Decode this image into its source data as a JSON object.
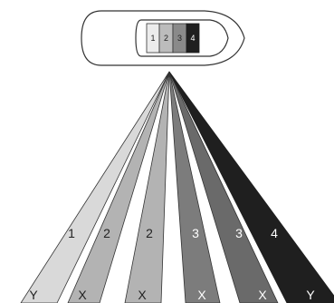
{
  "sensor": {
    "labels": [
      "1",
      "2",
      "3",
      "4"
    ]
  },
  "beams": {
    "numbers": [
      "1",
      "2",
      "2",
      "3",
      "3",
      "4"
    ],
    "zones": [
      "Y",
      "X",
      "X",
      "X",
      "X",
      "Y"
    ]
  },
  "colors": {
    "beam_light": "#d9d9d9",
    "beam_mid": "#b3b3b3",
    "beam_dark": "#7c7c7c",
    "beam_darker": "#6a6a6a",
    "beam_black": "#1f1f1f",
    "outline": "#333333"
  }
}
